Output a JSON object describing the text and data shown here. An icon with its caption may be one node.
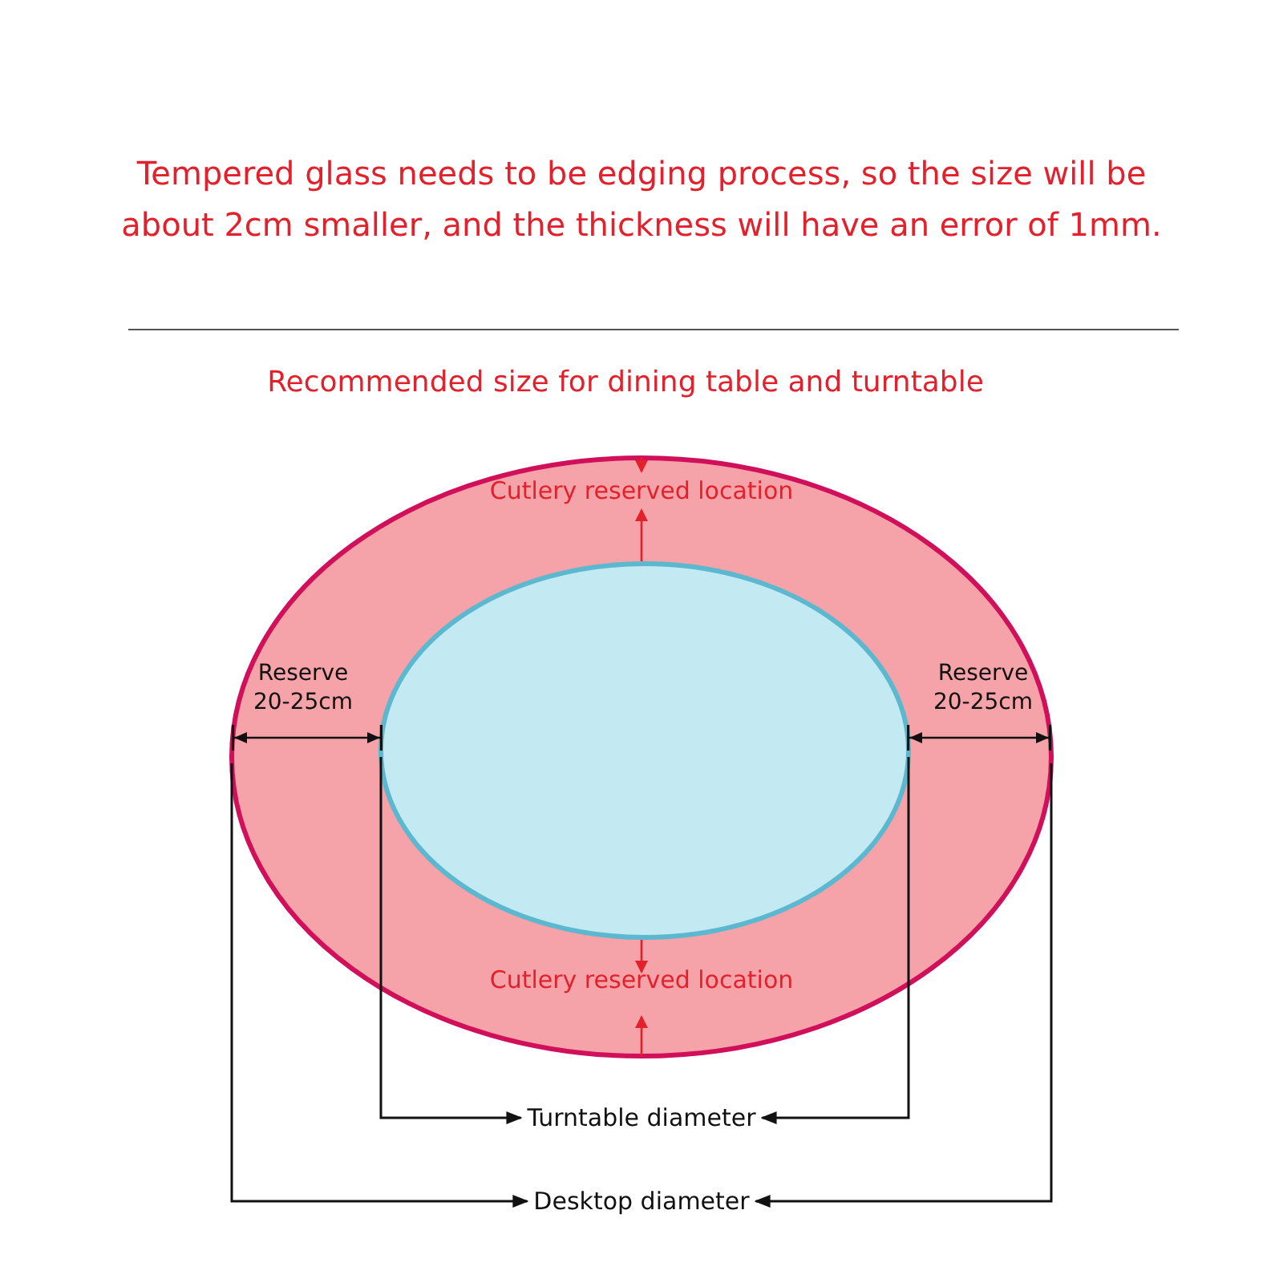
{
  "diagram": {
    "title": "Recommended size for dining table and turntable",
    "nodes": [
      {
        "text": [
          "Cutlery reserved location",
          "Reserve 20-25cm",
          "Reserve 20-25cm",
          "Cutlery reserved location"
        ]
      },
      {
        "text": [],
        "shape": "circle",
        "in": 0
      },
      {
        "text": [
          "Turntable diameter"
        ]
      },
      {
        "text": [
          "Desktop diameter"
        ]
      }
    ],
    "edges": [
      {
        "from": 1,
        "to": 2,
        "arrow": "to"
      },
      {
        "from": 1,
        "to": 2,
        "arrow": "to"
      },
      {
        "from": 0,
        "to": 3,
        "arrow": "to"
      },
      {
        "from": 0,
        "to": 3,
        "arrow": "to"
      },
      {
        "from": 0,
        "to": 1,
        "arrow": "both"
      },
      {
        "from": 0,
        "to": 1,
        "arrow": "both"
      }
    ],
    "labels": [
      "Tempered glass needs to be edging process, so the size will be about 2cm smaller, and the thickness will have an error of 1mm."
    ]
  }
}
